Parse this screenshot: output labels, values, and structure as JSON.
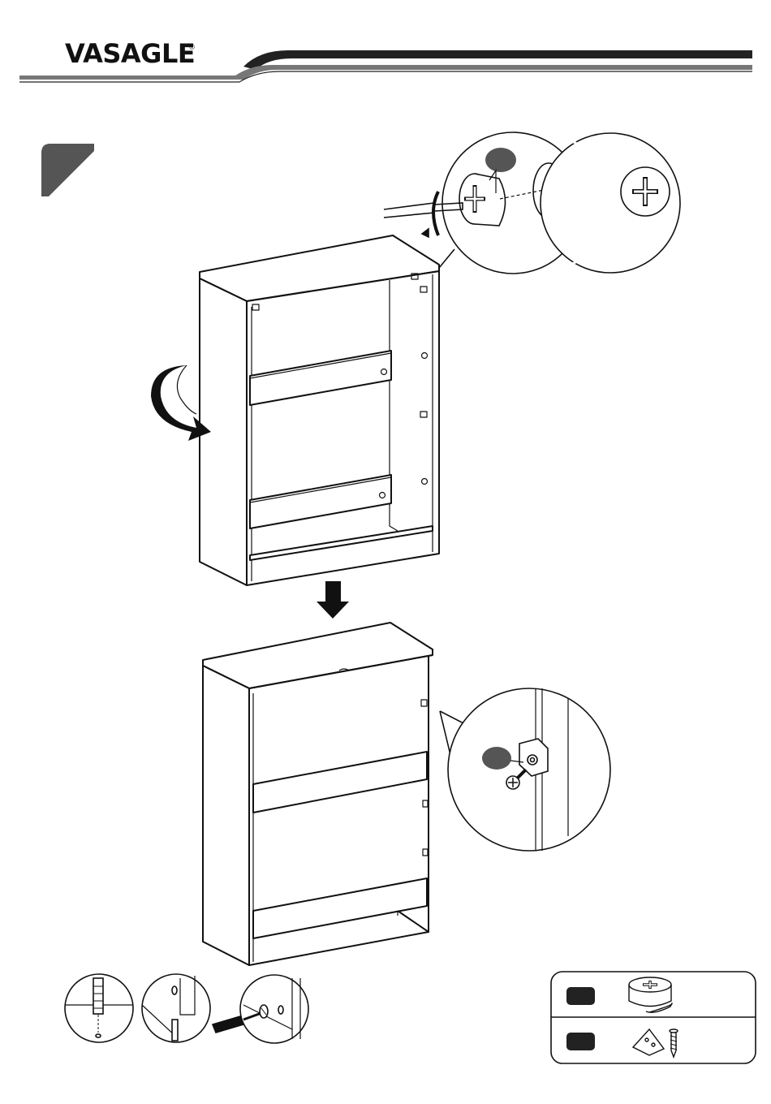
{
  "header": {
    "brand": "VASAGLE",
    "registered_mark": "®"
  },
  "colors": {
    "header_bar": "#222222",
    "header_bar_light": "#777777",
    "step_badge": "#555555",
    "callout_marker": "#555555",
    "parts_badge": "#222222",
    "line": "#111111"
  },
  "icons": [
    "brand-logo",
    "step-badge-icon",
    "rotate-arrow-icon",
    "down-arrow-icon",
    "cam-lock-icon",
    "screwdriver-icon",
    "angle-bracket-icon",
    "screw-icon",
    "dowel-icon"
  ],
  "step": {
    "number": ""
  },
  "parts_legend": {
    "items": [
      {
        "name": "cam-lock",
        "count": ""
      },
      {
        "name": "angle-bracket-with-screw",
        "count": ""
      }
    ]
  }
}
